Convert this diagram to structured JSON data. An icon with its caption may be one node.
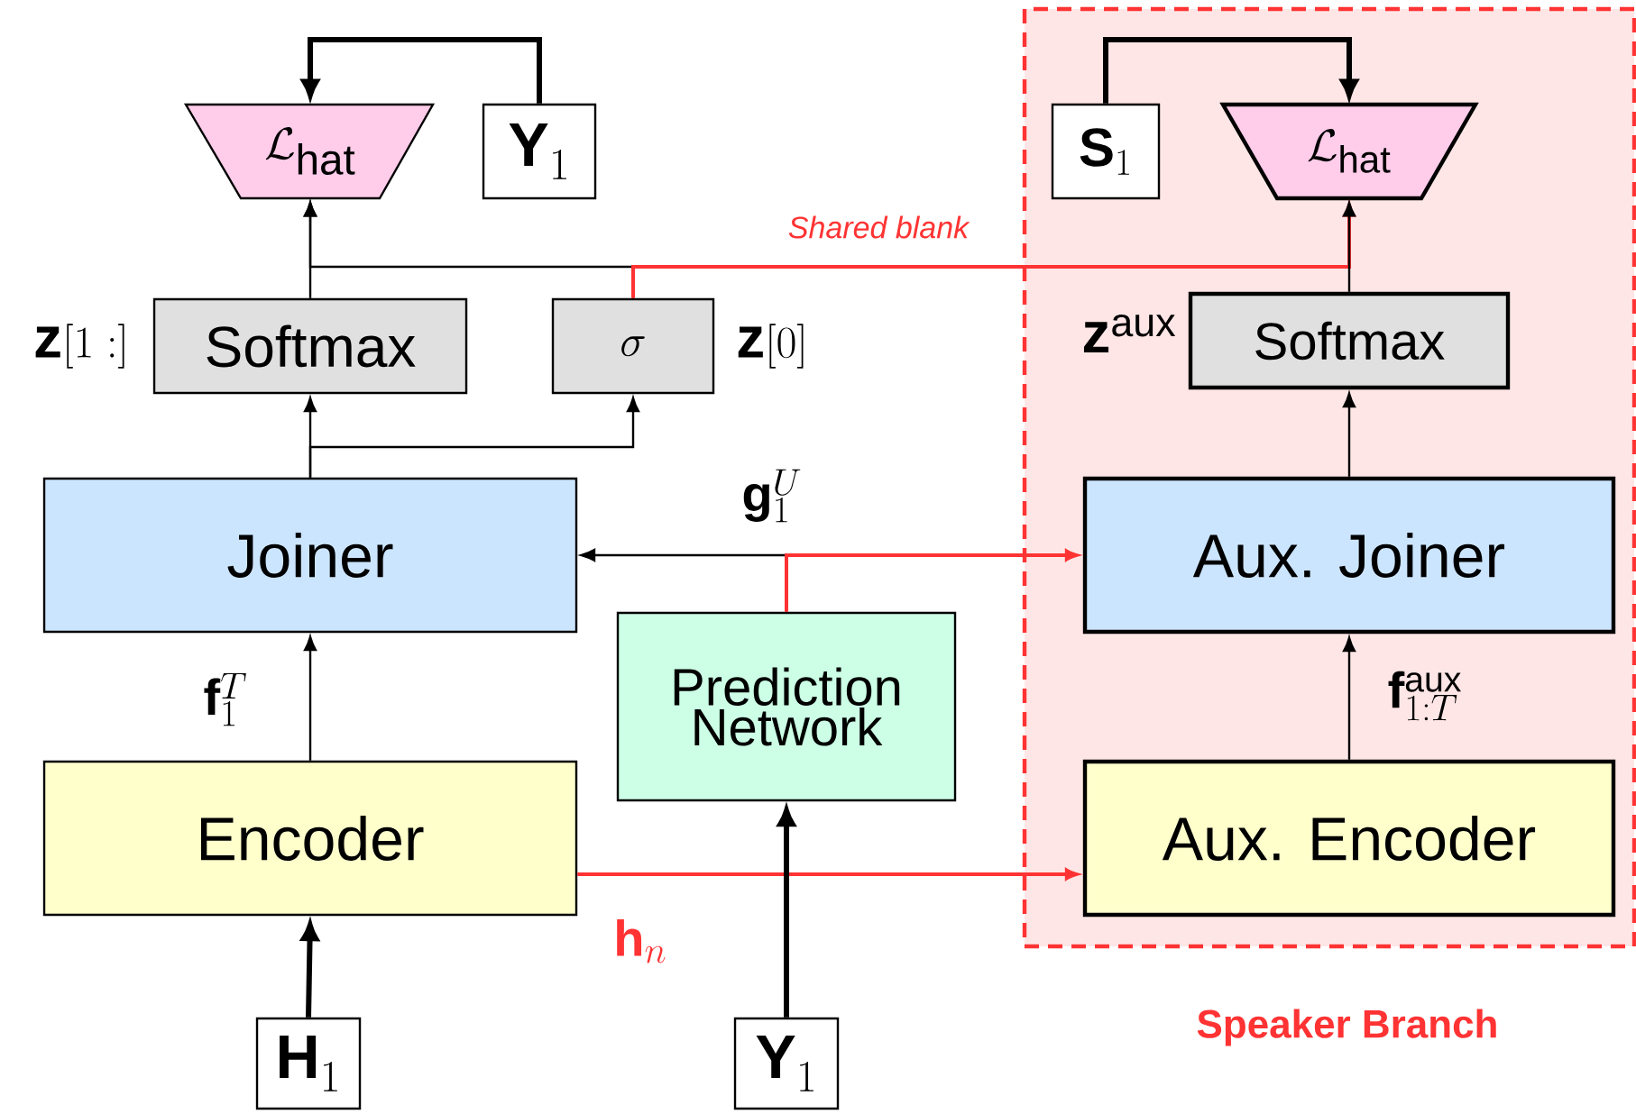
{
  "diagram": {
    "nodes": [
      {
        "text": [
          "Speaker Branch"
        ]
      },
      {
        "text": [
          "\\mathcal{L}_{\\mathrm{hat}}"
        ]
      },
      {
        "text": [
          "\\mathbf{Y}_1"
        ]
      },
      {
        "text": [
          "Softmax"
        ],
        "beside": [
          "\\mathbf{z}[1:]"
        ]
      },
      {
        "text": [
          "\\sigma"
        ],
        "beside": [
          "\\mathbf{z}[0]"
        ]
      },
      {
        "text": [
          "Joiner"
        ]
      },
      {
        "text": [
          "Prediction Network"
        ]
      },
      {
        "text": [
          "Encoder"
        ]
      },
      {
        "text": [
          "\\mathbf{H}_1"
        ]
      },
      {
        "text": [
          "\\mathbf{Y}_1"
        ]
      },
      {
        "text": [
          "\\mathbf{S}_1"
        ],
        "in": 0
      },
      {
        "text": [
          "\\mathcal{L}_{\\mathrm{hat}}"
        ],
        "in": 0
      },
      {
        "text": [
          "Softmax"
        ],
        "beside": [
          "\\mathbf{z}^{\\mathrm{aux}}"
        ],
        "in": 0
      },
      {
        "text": [
          "Aux. Joiner"
        ],
        "in": 0
      },
      {
        "text": [
          "Aux. Encoder"
        ],
        "in": 0
      }
    ],
    "edges": [
      {
        "from": 2,
        "to": 1,
        "arrow": "to",
        "style": "thick"
      },
      {
        "from": 3,
        "to": 1,
        "arrow": "to"
      },
      {
        "from": 4,
        "to": 1,
        "arrow": "to"
      },
      {
        "from": 4,
        "to": 11,
        "arrow": "to",
        "label": "Shared blank",
        "color": "#ff3333"
      },
      {
        "from": 5,
        "to": 3,
        "arrow": "to"
      },
      {
        "from": 5,
        "to": 4,
        "arrow": "to"
      },
      {
        "from": 6,
        "to": 5,
        "arrow": "to",
        "label": "\\mathbf{g}_1^U"
      },
      {
        "from": 6,
        "to": 13,
        "arrow": "to",
        "color": "#ff3333"
      },
      {
        "from": 7,
        "to": 5,
        "arrow": "to",
        "label": "\\mathbf{f}_1^T"
      },
      {
        "from": 7,
        "to": 14,
        "arrow": "to",
        "label": "\\mathbf{h}_n",
        "color": "#ff3333"
      },
      {
        "from": 8,
        "to": 7,
        "arrow": "to",
        "style": "thick"
      },
      {
        "from": 9,
        "to": 6,
        "arrow": "to",
        "style": "thick"
      },
      {
        "from": 10,
        "to": 11,
        "arrow": "to",
        "style": "thick"
      },
      {
        "from": 12,
        "to": 11,
        "arrow": "to"
      },
      {
        "from": 13,
        "to": 12,
        "arrow": "to"
      },
      {
        "from": 14,
        "to": 13,
        "arrow": "to",
        "label": "\\mathbf{f}_{1:T}^{\\mathrm{aux}}"
      }
    ]
  }
}
